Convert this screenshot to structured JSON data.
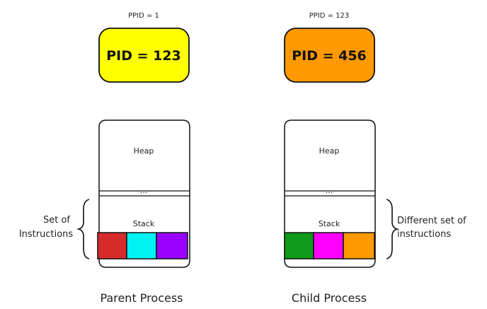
{
  "parent": {
    "ppid_label": "PPID = 1",
    "pid_label": "PID = 123",
    "box_color": "#ffff00",
    "heap_label": "Heap",
    "dots_label": "...",
    "stack_label": "Stack",
    "instructions_label_line1": "Set of",
    "instructions_label_line2": "Instructions",
    "instruction_colors": [
      "#d62b2b",
      "#00f2f2",
      "#9a00ff"
    ],
    "caption": "Parent Process"
  },
  "child": {
    "ppid_label": "PPID = 123",
    "pid_label": "PID = 456",
    "box_color": "#ff9900",
    "heap_label": "Heap",
    "dots_label": "...",
    "stack_label": "Stack",
    "instructions_label_line1": "Different set of",
    "instructions_label_line2": "instructions",
    "instruction_colors": [
      "#0f9a1a",
      "#ff00ff",
      "#ff9900"
    ],
    "caption": "Child Process"
  }
}
